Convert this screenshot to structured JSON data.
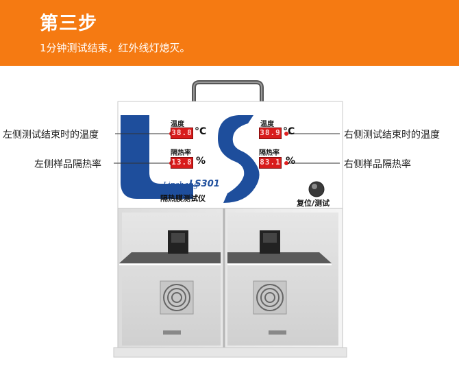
{
  "header": {
    "title": "第三步",
    "description": "1分钟测试结束，红外线灯熄灭。"
  },
  "colors": {
    "banner": "#f57a12",
    "panel_blue": "#1e4e9c",
    "display_red": "#d81c1c",
    "callout_dot": "#e02020"
  },
  "callouts": {
    "left_temp": "左侧测试结束时的温度",
    "left_rate": "左侧样品隔热率",
    "right_temp": "右侧测试结束时的温度",
    "right_rate": "右侧样品隔热率"
  },
  "panel": {
    "left_temp_label": "温度",
    "left_temp_value": "38.8",
    "left_temp_unit": "°C",
    "left_rate_label": "隔热率",
    "left_rate_value": "13.8",
    "left_rate_unit": "%",
    "right_temp_label": "温度",
    "right_temp_value": "38.9",
    "right_temp_unit": "°C",
    "right_rate_label": "隔热率",
    "right_rate_value": "83.1",
    "right_rate_unit": "%",
    "brand": "Linshang",
    "model": "LS301",
    "product_name": "隔热膜测试仪",
    "reset_button_label": "复位/测试"
  },
  "icons": [
    "handle-icon",
    "fan-grille-icon",
    "sample-clip-icon",
    "knob-icon"
  ]
}
